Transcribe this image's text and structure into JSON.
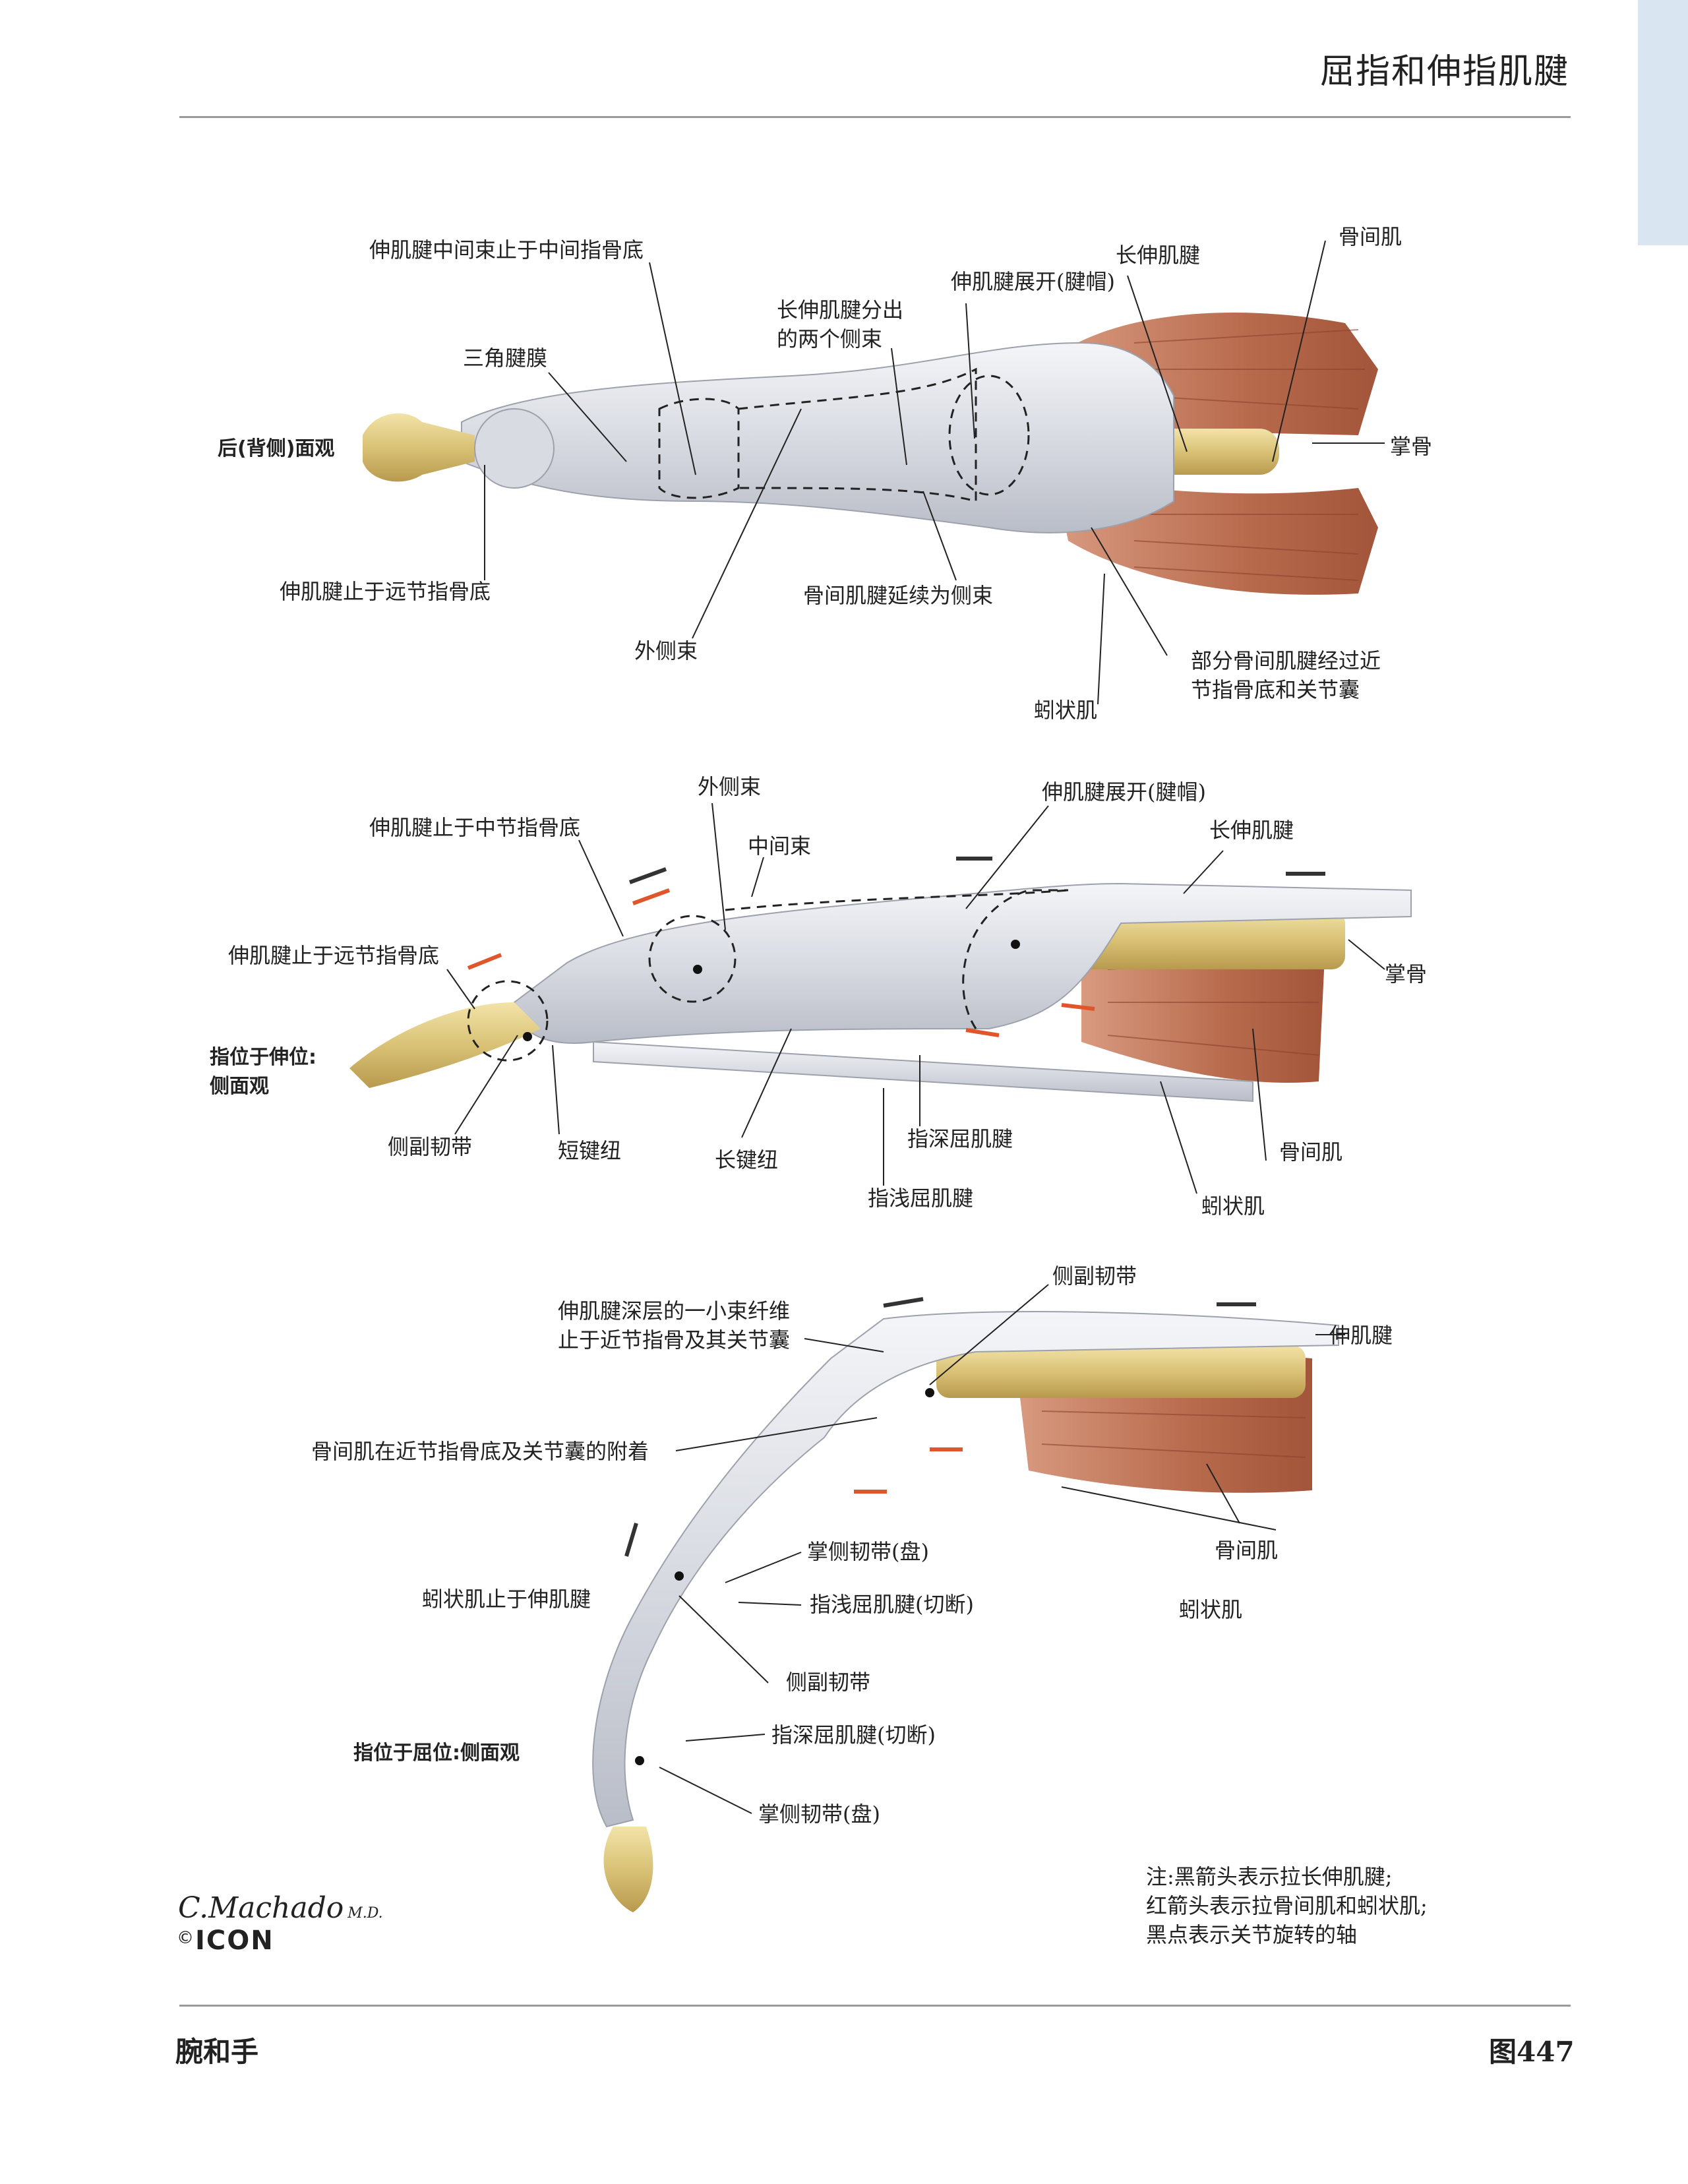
{
  "header": {
    "title": "屈指和伸指肌腱"
  },
  "footer": {
    "section": "腕和手",
    "figure": "图447"
  },
  "signature": {
    "artist": "C.Machado",
    "credential": "M.D.",
    "copyright": "©",
    "brand": "ICON"
  },
  "colors": {
    "bone": "#e3cf8a",
    "tendon": "#e3e5ea",
    "muscle": "#b86a4c",
    "red_arrow": "#e0552a",
    "black_arrow": "#333333",
    "tab": "#d9e6f2"
  },
  "views": {
    "dorsal": {
      "view_label": "后(背侧)面观",
      "labels": {
        "central_slip": "伸肌腱中间束止于中间指骨底",
        "triangular_lamina": "三角腱膜",
        "long_extensor_split": "长伸肌腱分出\n的两个侧束",
        "extensor_expansion": "伸肌腱展开(腱帽)",
        "long_extensor": "长伸肌腱",
        "interossei": "骨间肌",
        "metacarpal": "掌骨",
        "distal_insertion": "伸肌腱止于远节指骨底",
        "lateral_band": "外侧束",
        "interosseous_continue": "骨间肌腱延续为侧束",
        "lumbrical": "蚓状肌",
        "partial_interosseous": "部分骨间肌腱经过近\n节指骨底和关节囊"
      }
    },
    "extended": {
      "view_label": "指位于伸位:\n侧面观",
      "labels": {
        "lateral_band": "外侧束",
        "extensor_expansion": "伸肌腱展开(腱帽)",
        "middle_insertion": "伸肌腱止于中节指骨底",
        "central_band": "中间束",
        "long_extensor": "长伸肌腱",
        "distal_insertion": "伸肌腱止于远节指骨底",
        "metacarpal": "掌骨",
        "collateral": "侧副韧带",
        "short_vinculum": "短键纽",
        "long_vinculum": "长键纽",
        "fdp": "指深屈肌腱",
        "fds": "指浅屈肌腱",
        "interossei": "骨间肌",
        "lumbrical": "蚓状肌"
      }
    },
    "flexed": {
      "view_label": "指位于屈位:侧面观",
      "labels": {
        "deep_fibers": "伸肌腱深层的一小束纤维\n止于近节指骨及其关节囊",
        "collateral_top": "侧副韧带",
        "extensor": "伸肌腱",
        "interosseous_attach": "骨间肌在近节指骨底及关节囊的附着",
        "palmar_plate_1": "掌侧韧带(盘)",
        "lumbrical_insert": "蚓状肌止于伸肌腱",
        "fds_cut": "指浅屈肌腱(切断)",
        "interossei": "骨间肌",
        "lumbrical": "蚓状肌",
        "collateral": "侧副韧带",
        "fdp_cut": "指深屈肌腱(切断)",
        "palmar_plate_2": "掌侧韧带(盘)"
      }
    }
  },
  "note": "注:黑箭头表示拉长伸肌腱;\n红箭头表示拉骨间肌和蚓状肌;\n黑点表示关节旋转的轴"
}
